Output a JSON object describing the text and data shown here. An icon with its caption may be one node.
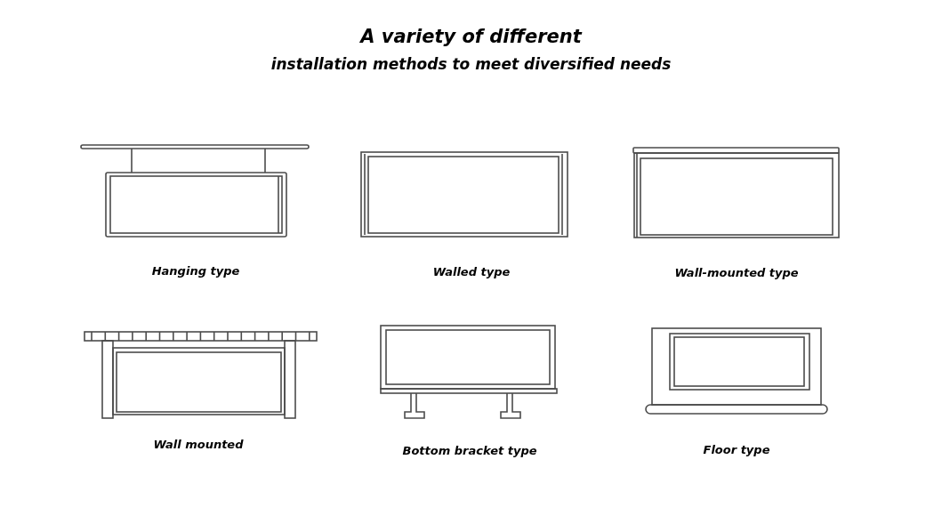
{
  "diagram": {
    "title": "A variety of different",
    "labels": [
      "installation methods to meet diversified needs",
      "Hanging type",
      "Walled type",
      "Wall-mounted type",
      "Wall mounted",
      "Bottom bracket type",
      "Floor type"
    ]
  }
}
